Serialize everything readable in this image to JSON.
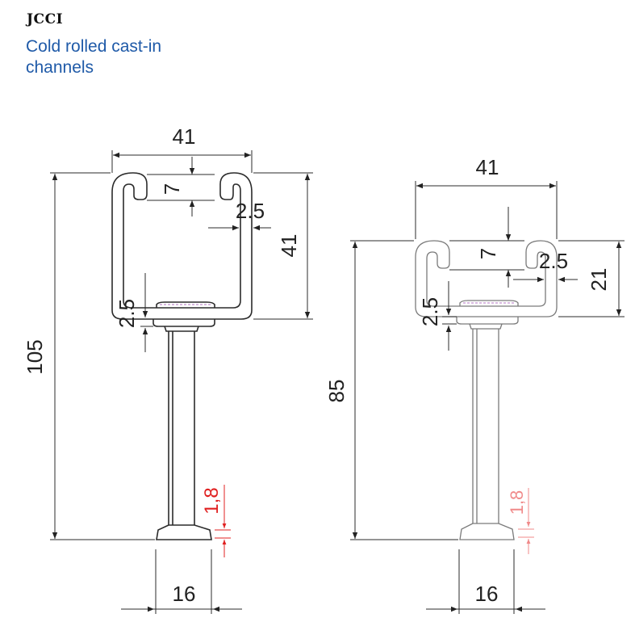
{
  "header": {
    "brand": "JCCI",
    "subtitle": "Cold rolled cast-in channels"
  },
  "left_drawing": {
    "width_top": "41",
    "lip_gap": "7",
    "thickness": "2.5",
    "channel_height": "41",
    "total_height": "105",
    "base_thickness": "2.5",
    "head_thickness": "1,8",
    "anchor_width": "16"
  },
  "right_drawing": {
    "width_top": "41",
    "lip_gap": "7",
    "thickness": "2.5",
    "channel_height": "21",
    "total_height": "85",
    "base_thickness": "2.5",
    "head_thickness": "1,8",
    "anchor_width": "16"
  },
  "colors": {
    "line": "#2b2b2b",
    "dimension_red": "#e02020",
    "subtitle_blue": "#1f5aa8"
  }
}
